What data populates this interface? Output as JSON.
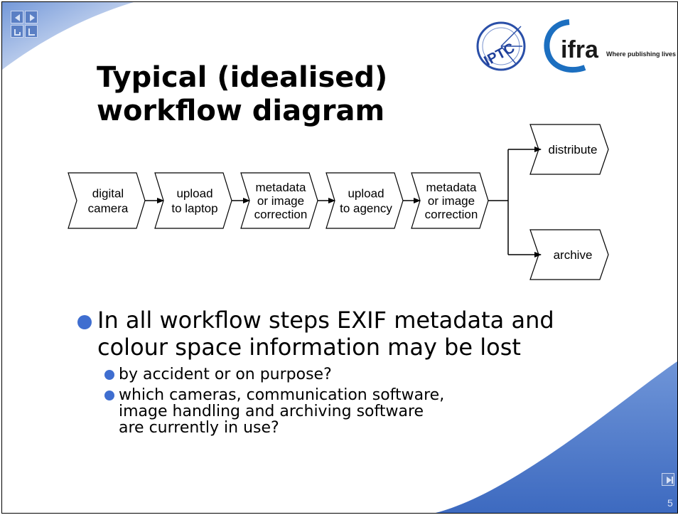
{
  "title_lines": [
    "Typical (idealised)",
    "workflow diagram"
  ],
  "logos": {
    "iptc": "IPTC",
    "ifra": "ifra",
    "ifra_tagline": "Where publishing lives."
  },
  "workflow": {
    "steps": [
      {
        "lines": [
          "digital",
          "camera"
        ]
      },
      {
        "lines": [
          "upload",
          "to laptop"
        ]
      },
      {
        "lines": [
          "metadata",
          "or image",
          "correction"
        ]
      },
      {
        "lines": [
          "upload",
          "to agency"
        ]
      },
      {
        "lines": [
          "metadata",
          "or image",
          "correction"
        ]
      }
    ],
    "branches": [
      {
        "label": "distribute"
      },
      {
        "label": "archive"
      }
    ]
  },
  "bullets": {
    "main": [
      "In all workflow steps EXIF metadata and",
      "colour space information may be lost"
    ],
    "sub": [
      [
        "by accident or on purpose?"
      ],
      [
        "which cameras, communication software,",
        "image handling and archiving software",
        "are currently in use?"
      ]
    ]
  },
  "slide_number": "5",
  "colors": {
    "accent_blue": "#3f6ed0",
    "corner_blue": "#4a78c8",
    "nav_blue": "#5a7fc4"
  },
  "icons": {
    "nav_top": [
      "nav-back-icon",
      "nav-forward-icon"
    ],
    "nav_bottom": [
      "nav-home-icon",
      "nav-menu-icon"
    ],
    "nav_next": "nav-next-icon"
  }
}
